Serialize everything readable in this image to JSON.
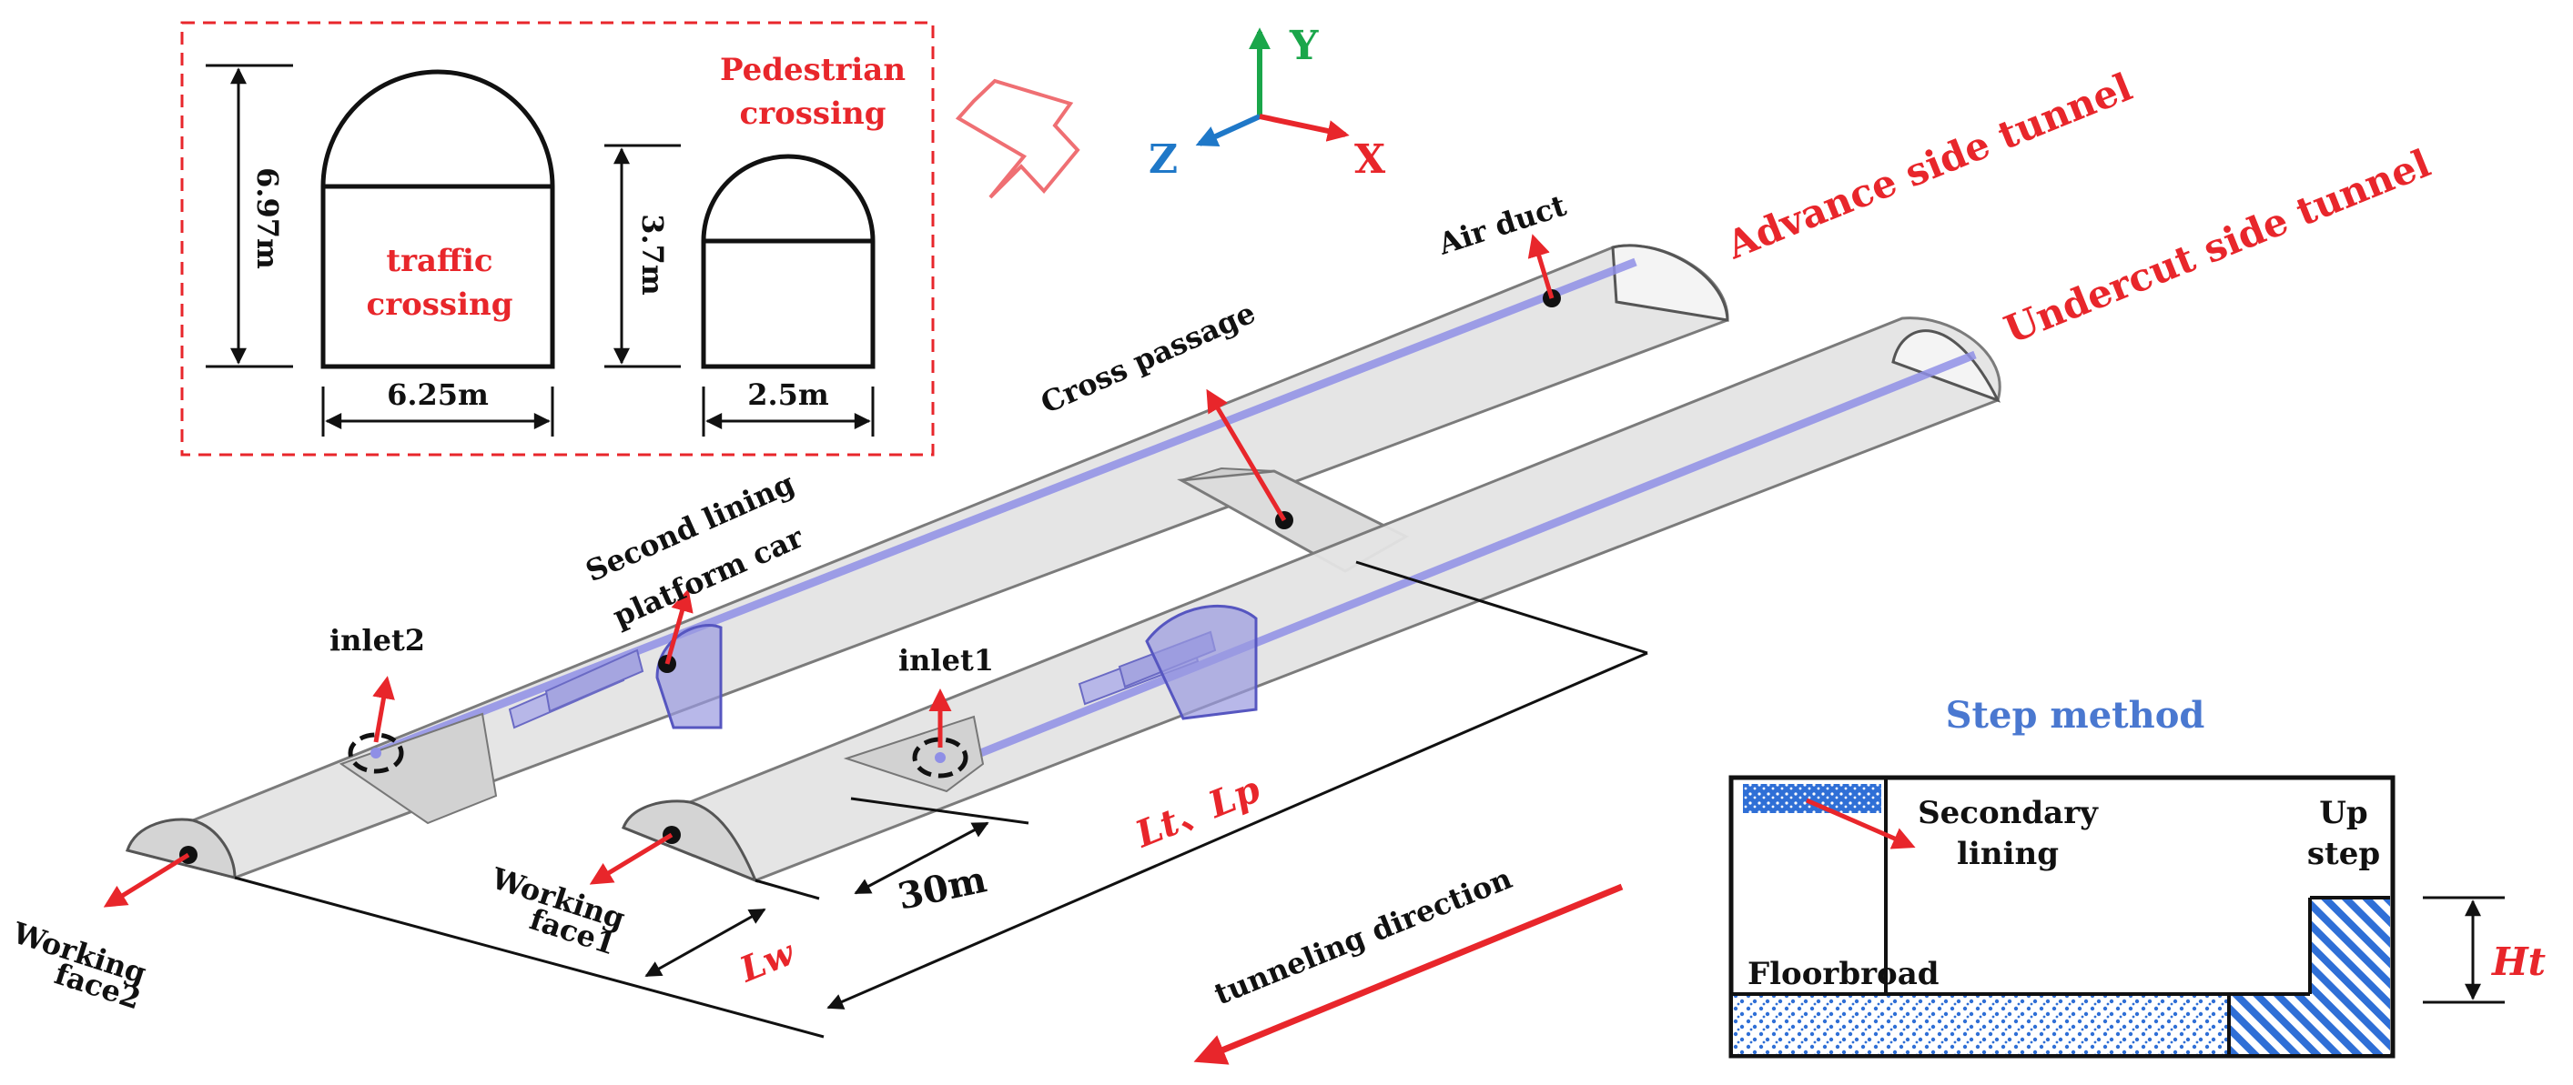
{
  "colors": {
    "red": "#e8262b",
    "blue": "#4a78d0",
    "duct": "#8f8fe6",
    "tunnel_fill": "#e6e6e6",
    "tunnel_stroke": "#7d7d7d",
    "y_axis": "#1aa64a",
    "z_axis": "#1f78c8",
    "x_axis": "#e8262b"
  },
  "inset": {
    "traffic_label": [
      "traffic",
      "crossing"
    ],
    "pedestrian_label": [
      "Pedestrian",
      "crossing"
    ],
    "dims": {
      "traffic_height": "6.97m",
      "traffic_width": "6.25m",
      "ped_height": "3.7m",
      "ped_width": "2.5m"
    }
  },
  "axes": {
    "y": "Y",
    "z": "Z",
    "x": "X"
  },
  "labels": {
    "advance_tunnel": "Advance side tunnel",
    "undercut_tunnel": "Undercut side tunnel",
    "air_duct": "Air duct",
    "cross_passage": "Cross passage",
    "second_lining": [
      "Second lining",
      "platform car"
    ],
    "inlet2": "inlet2",
    "inlet1": "inlet1",
    "working_face1": [
      "Working",
      "face1"
    ],
    "working_face2": [
      "Working",
      "face2"
    ],
    "dim_30m": "30m",
    "dim_lw": "Lw",
    "dim_lt_lp": "Lt、Lp",
    "tunneling_direction": "tunneling direction"
  },
  "step_method": {
    "title": "Step method",
    "secondary_lining": [
      "Secondary",
      "lining"
    ],
    "up_step": [
      "Up",
      "step"
    ],
    "floorboard": "Floorbroad",
    "ht": "Ht"
  }
}
